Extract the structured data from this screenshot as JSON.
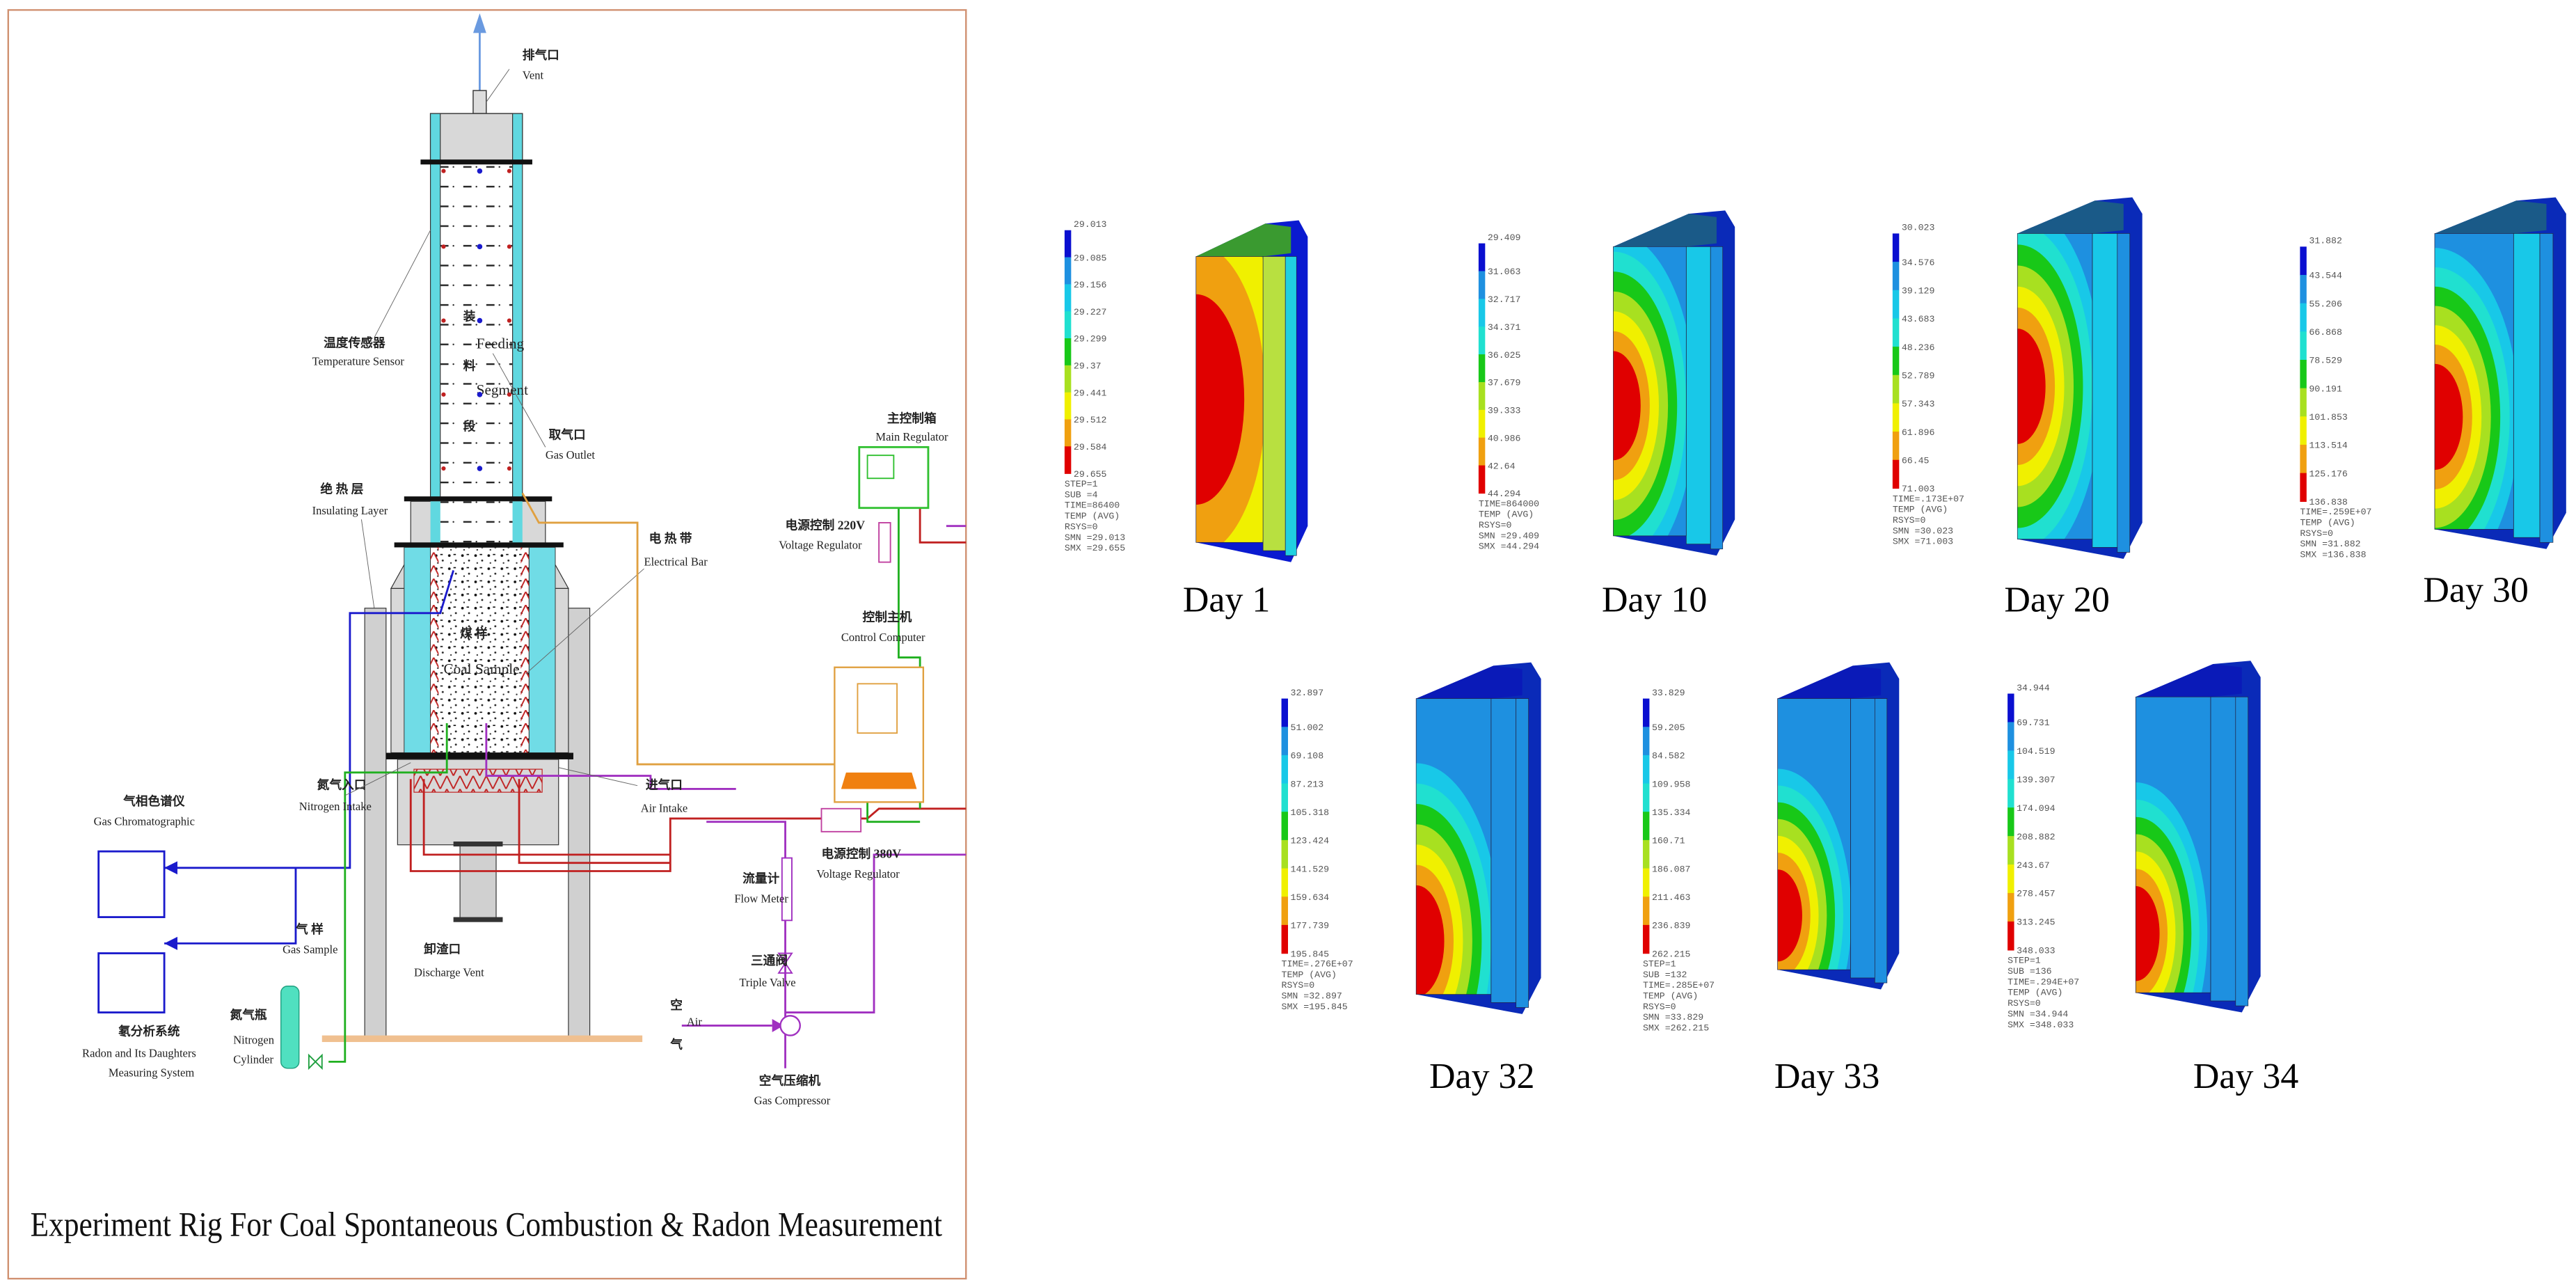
{
  "diagram": {
    "caption": "Experiment Rig For Coal Spontaneous Combustion & Radon Measurement",
    "labels": {
      "vent_cn": "排气口",
      "vent_en": "Vent",
      "temp_sensor_cn": "温度传感器",
      "temp_sensor_en": "Temperature Sensor",
      "feeding_cn_1": "装",
      "feeding_cn_2": "料",
      "feeding_cn_3": "段",
      "feeding_en_1": "Feeding",
      "feeding_en_2": "Segment",
      "gas_outlet_cn": "取气口",
      "gas_outlet_en": "Gas Outlet",
      "insulating_cn": "绝 热 层",
      "insulating_en": "Insulating Layer",
      "electrical_bar_cn": "电 热 带",
      "electrical_bar_en": "Electrical Bar",
      "coal_cn": "煤 样",
      "coal_en": "Coal  Sample",
      "main_regulator_cn": "主控制箱",
      "main_regulator_en": "Main Regulator",
      "vr220_cn": "电源控制 220V",
      "vr220_en": "Voltage Regulator",
      "control_computer_cn": "控制主机",
      "control_computer_en": "Control Computer",
      "nitrogen_intake_cn": "氮气入口",
      "nitrogen_intake_en": "Nitrogen Intake",
      "air_intake_cn": "进气口",
      "air_intake_en": "Air Intake",
      "gc_cn": "气相色谱仪",
      "gc_en": "Gas Chromatographic",
      "radon_cn": "氡分析系统",
      "radon_en_1": "Radon and Its Daughters",
      "radon_en_2": "Measuring System",
      "gas_sample_cn": "气 样",
      "gas_sample_en": "Gas Sample",
      "n2_cyl_cn": "氮气瓶",
      "n2_cyl_en_1": "Nitrogen",
      "n2_cyl_en_2": "Cylinder",
      "discharge_cn": "卸渣口",
      "discharge_en": "Discharge Vent",
      "flow_meter_cn": "流量计",
      "flow_meter_en": "Flow Meter",
      "triple_valve_cn": "三通阀",
      "triple_valve_en": "Triple Valve",
      "vr380_cn": "电源控制 380V",
      "vr380_en": "Voltage Regulator",
      "air_cn_1": "空",
      "air_cn_2": "气",
      "air_en": "Air",
      "compressor_cn": "空气压缩机",
      "compressor_en": "Gas Compressor"
    }
  },
  "palette": [
    "#0a0fd0",
    "#1e90e0",
    "#18c8e8",
    "#20e0d0",
    "#18c818",
    "#a8e020",
    "#f0f000",
    "#f0a010",
    "#e00000"
  ],
  "simulations": [
    {
      "title": "Day 1",
      "levels": [
        "29.013",
        "29.085",
        "29.156",
        "29.227",
        "29.299",
        "29.37",
        "29.441",
        "29.512",
        "29.584",
        "29.655"
      ],
      "info": [
        "STEP=1",
        "SUB =4",
        "TIME=86400",
        "TEMP      (AVG)",
        "RSYS=0",
        "SMN =29.013",
        "SMX =29.655"
      ]
    },
    {
      "title": "Day 10",
      "levels": [
        "29.409",
        "31.063",
        "32.717",
        "34.371",
        "36.025",
        "37.679",
        "39.333",
        "40.986",
        "42.64",
        "44.294"
      ],
      "info": [
        "TIME=864000",
        "TEMP      (AVG)",
        "RSYS=0",
        "SMN =29.409",
        "SMX =44.294"
      ]
    },
    {
      "title": "Day 20",
      "levels": [
        "30.023",
        "34.576",
        "39.129",
        "43.683",
        "48.236",
        "52.789",
        "57.343",
        "61.896",
        "66.45",
        "71.003"
      ],
      "info": [
        "TIME=.173E+07",
        "TEMP      (AVG)",
        "RSYS=0",
        "SMN =30.023",
        "SMX =71.003"
      ]
    },
    {
      "title": "Day 30",
      "levels": [
        "31.882",
        "43.544",
        "55.206",
        "66.868",
        "78.529",
        "90.191",
        "101.853",
        "113.514",
        "125.176",
        "136.838"
      ],
      "info": [
        "TIME=.259E+07",
        "TEMP      (AVG)",
        "RSYS=0",
        "SMN =31.882",
        "SMX =136.838"
      ]
    },
    {
      "title": "Day 32",
      "levels": [
        "32.897",
        "51.002",
        "69.108",
        "87.213",
        "105.318",
        "123.424",
        "141.529",
        "159.634",
        "177.739",
        "195.845"
      ],
      "info": [
        "TIME=.276E+07",
        "TEMP      (AVG)",
        "RSYS=0",
        "SMN =32.897",
        "SMX =195.845"
      ]
    },
    {
      "title": "Day 33",
      "levels": [
        "33.829",
        "59.205",
        "84.582",
        "109.958",
        "135.334",
        "160.71",
        "186.087",
        "211.463",
        "236.839",
        "262.215"
      ],
      "info": [
        "STEP=1",
        "SUB =132",
        "TIME=.285E+07",
        "TEMP      (AVG)",
        "RSYS=0",
        "SMN =33.829",
        "SMX =262.215"
      ]
    },
    {
      "title": "Day 34",
      "levels": [
        "34.944",
        "69.731",
        "104.519",
        "139.307",
        "174.094",
        "208.882",
        "243.67",
        "278.457",
        "313.245",
        "348.033"
      ],
      "info": [
        "STEP=1",
        "SUB =136",
        "TIME=.294E+07",
        "TEMP      (AVG)",
        "RSYS=0",
        "SMN =34.944",
        "SMX =348.033"
      ]
    }
  ]
}
